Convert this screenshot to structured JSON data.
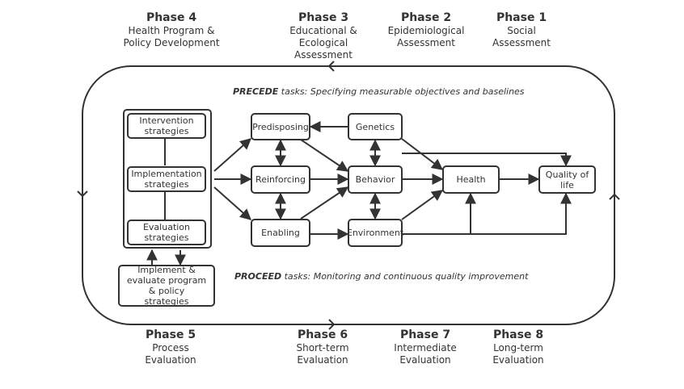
{
  "phases": {
    "p4": {
      "title": "Phase 4",
      "label": "Health Program &\nPolicy Development"
    },
    "p3": {
      "title": "Phase 3",
      "label": "Educational &\nEcological\nAssessment"
    },
    "p2": {
      "title": "Phase 2",
      "label": "Epidemiological\nAssessment"
    },
    "p1": {
      "title": "Phase 1",
      "label": "Social\nAssessment"
    },
    "p5": {
      "title": "Phase 5",
      "label": "Process\nEvaluation"
    },
    "p6": {
      "title": "Phase 6",
      "label": "Short-term\nEvaluation"
    },
    "p7": {
      "title": "Phase 7",
      "label": "Intermediate\nEvaluation"
    },
    "p8": {
      "title": "Phase 8",
      "label": "Long-term\nEvaluation"
    }
  },
  "tasks": {
    "precede_bold": "PRECEDE",
    "precede_rest": " tasks: Specifying measurable objectives and baselines",
    "proceed_bold": "PROCEED",
    "proceed_rest": " tasks: Monitoring and continuous quality improvement"
  },
  "nodes": {
    "intervention": "Intervention strategies",
    "implementation": "Implementation strategies",
    "evaluation": "Evaluation strategies",
    "implement_evaluate": "Implement & evaluate program & policy strategies",
    "predisposing": "Predisposing",
    "reinforcing": "Reinforcing",
    "enabling": "Enabling",
    "genetics": "Genetics",
    "behavior": "Behavior",
    "environment": "Environment",
    "health": "Health",
    "quality_of_life": "Quality of life"
  }
}
